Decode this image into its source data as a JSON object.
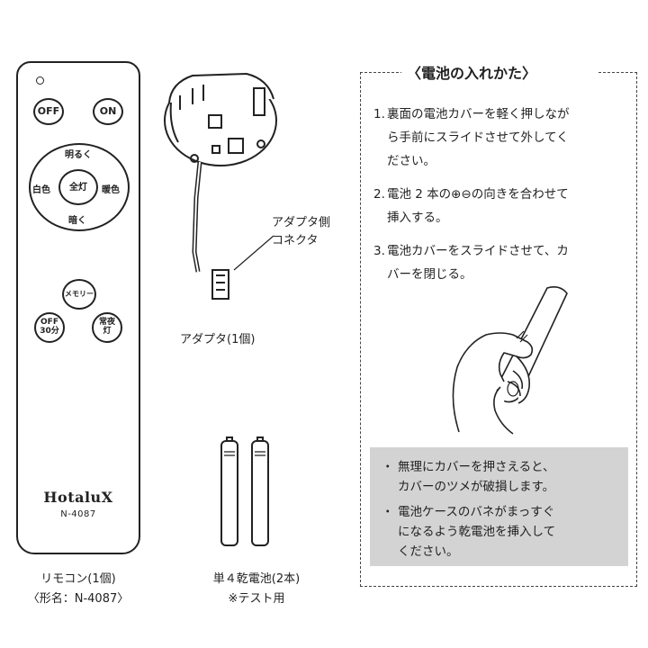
{
  "remote": {
    "btn_off": "OFF",
    "btn_on": "ON",
    "dial_up": "明るく",
    "dial_left": "白色",
    "dial_center": "全灯",
    "dial_right": "暖色",
    "dial_down": "暗く",
    "btn_memory": "メモリー",
    "btn_off30_line1": "OFF",
    "btn_off30_line2": "30分",
    "btn_night_line1": "常夜",
    "btn_night_line2": "灯",
    "brand": "HotaluX",
    "model": "N-4087"
  },
  "captions": {
    "remote_line1": "リモコン(1個)",
    "remote_line2": "〈形名：N-4087〉",
    "adapter": "アダプタ(1個)",
    "connector_line1": "アダプタ側",
    "connector_line2": "コネクタ",
    "battery_line1": "単４乾電池(2本)",
    "battery_line2": "※テスト用"
  },
  "instructions": {
    "title": "〈電池の入れかた〉",
    "steps": [
      {
        "num": "1.",
        "lines": [
          "裏面の電池カバーを軽く押しなが",
          "ら手前にスライドさせて外してく",
          "ださい。"
        ]
      },
      {
        "num": "2.",
        "lines": [
          "電池 2 本の⊕⊖の向きを合わせて",
          "挿入する。"
        ]
      },
      {
        "num": "3.",
        "lines": [
          "電池カバーをスライドさせて、カ",
          "バーを閉じる。"
        ]
      }
    ],
    "notes": [
      {
        "bullet": "・",
        "lines": [
          "無理にカバーを押さえると、",
          "カバーのツメが破損します。"
        ]
      },
      {
        "bullet": "・",
        "lines": [
          "電池ケースのバネがまっすぐ",
          "になるよう乾電池を挿入して",
          "ください。"
        ]
      }
    ]
  }
}
